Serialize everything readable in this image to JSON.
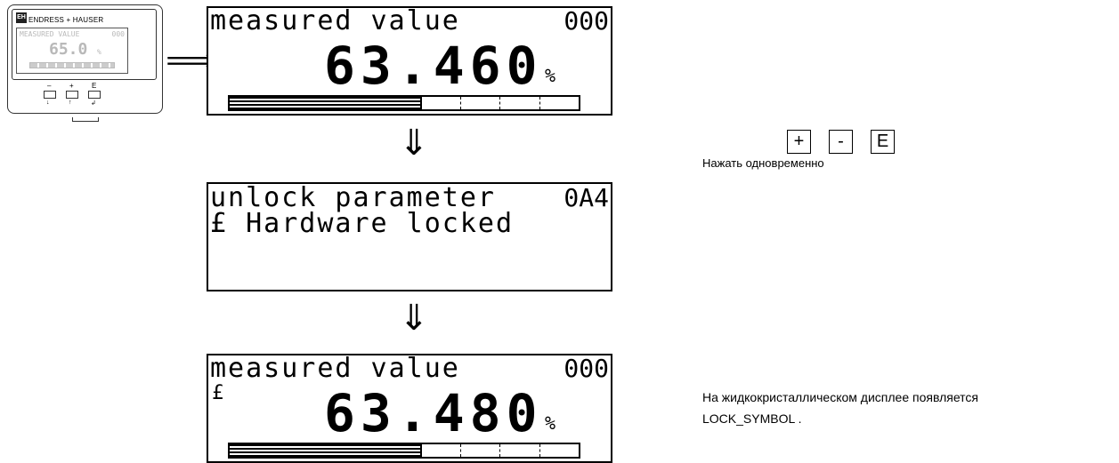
{
  "device": {
    "logo": "EH",
    "brand": "ENDRESS + HAUSER",
    "lcd_title": "MEASURED VALUE",
    "lcd_code": "000",
    "lcd_value": "65.0",
    "lcd_unit": "%",
    "keys": [
      {
        "symbol": "–",
        "sub": "↓"
      },
      {
        "symbol": "+",
        "sub": "↑"
      },
      {
        "symbol": "E",
        "sub": "↲"
      }
    ]
  },
  "screens": [
    {
      "title": "measured value",
      "code": "000",
      "lock": "",
      "value": "63.460",
      "unit": "%",
      "bar_fraction": 0.55
    },
    {
      "title": "unlock parameter",
      "code": "0A4",
      "lock": "£",
      "message": "Hardware locked"
    },
    {
      "title": "measured value",
      "code": "000",
      "lock": "£",
      "value": "63.480",
      "unit": "%",
      "bar_fraction": 0.55
    }
  ],
  "arrows": {
    "right": "⟹",
    "down": "⇓"
  },
  "instruction": {
    "keys": [
      "+",
      "-",
      "E"
    ],
    "text": "Нажать одновременно"
  },
  "result_note": {
    "line1": "На жидкокристаллическом дисплее появляется",
    "line2": "LOCK_SYMBOL ."
  }
}
